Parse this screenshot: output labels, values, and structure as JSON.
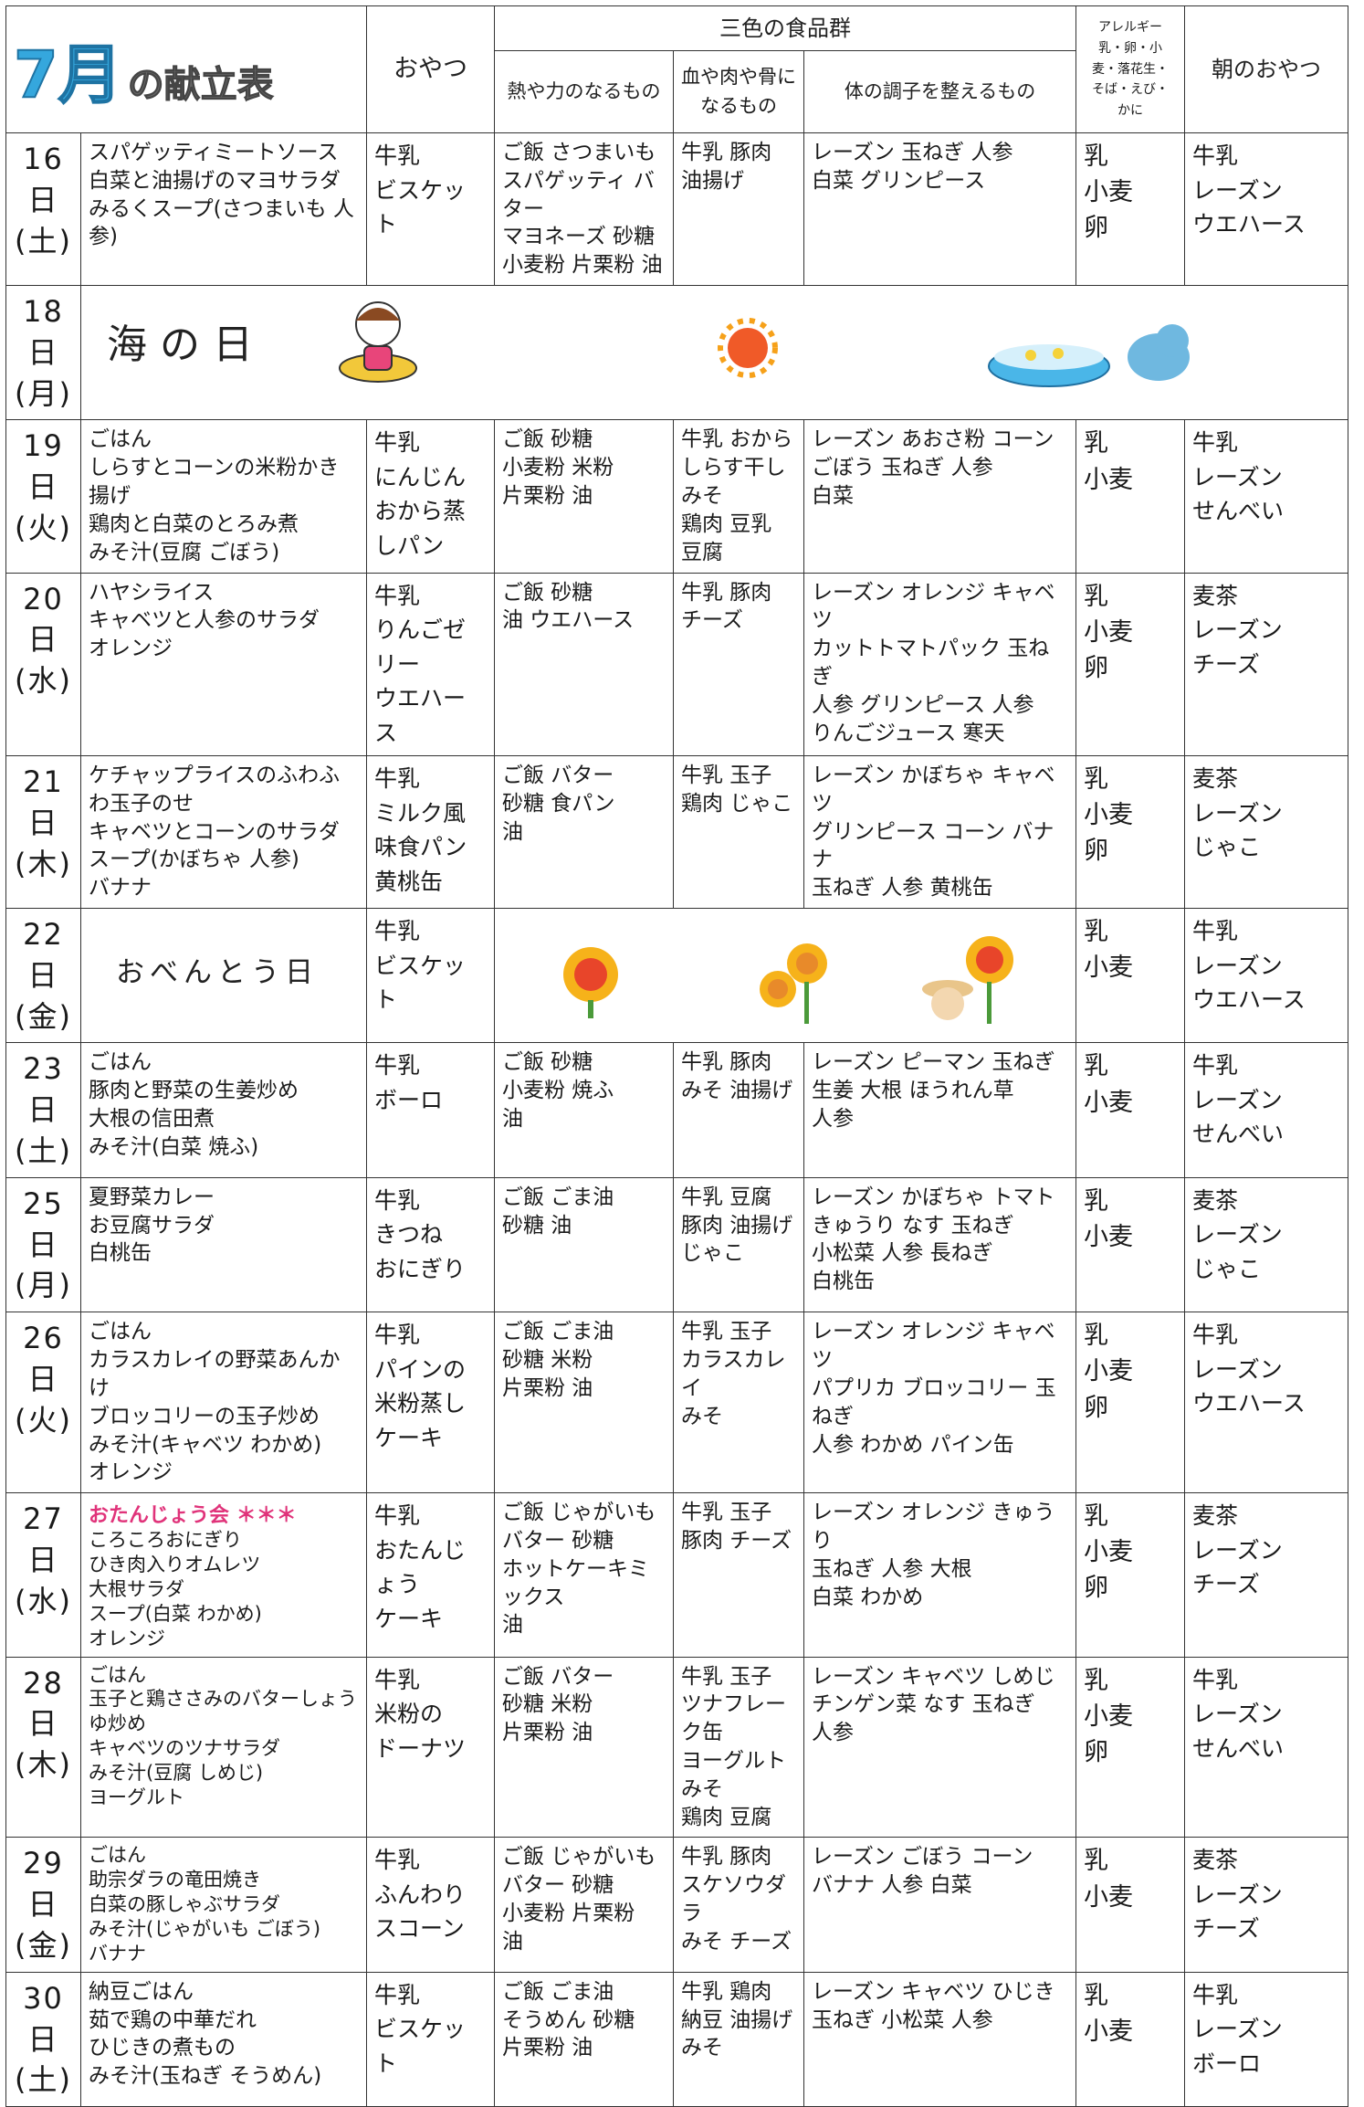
{
  "title": {
    "month": "7月",
    "rest": "の献立表"
  },
  "headers": {
    "snack": "おやつ",
    "food_groups": "三色の食品群",
    "energy": "熱や力のなるもの",
    "blood": "血や肉や骨に\nなるもの",
    "condition": "体の調子を整えるもの",
    "allergy": "アレルギー\n乳・卵・小\n麦・落花生・\nそば・えび・\nかに",
    "morning_snack": "朝のおやつ"
  },
  "rows": [
    {
      "date": "16日\n(土)",
      "menu": "スパゲッティミートソース\n白菜と油揚げのマヨサラダ\nみるくスープ(さつまいも 人参)",
      "snack": "牛乳\nビスケット",
      "energy": "ご飯 さつまいも\nスパゲッティ バター\nマヨネーズ 砂糖\n小麦粉 片栗粉 油",
      "blood": "牛乳 豚肉\n油揚げ",
      "condition": "レーズン 玉ねぎ 人参\n白菜 グリンピース",
      "allergy": "乳\n小麦\n卵",
      "morning": "牛乳\nレーズン\nウエハース"
    },
    {
      "date": "18日\n(月)",
      "holiday": "海の日"
    },
    {
      "date": "19日\n(火)",
      "menu": "ごはん\nしらすとコーンの米粉かき揚げ\n鶏肉と白菜のとろみ煮\nみそ汁(豆腐 ごぼう)",
      "snack": "牛乳\nにんじん\nおから蒸しパン",
      "energy": "ご飯 砂糖\n小麦粉 米粉\n片栗粉 油",
      "blood": "牛乳 おから\nしらす干し みそ\n鶏肉 豆乳\n豆腐",
      "condition": "レーズン あおさ粉 コーン\nごぼう 玉ねぎ 人参\n白菜",
      "allergy": "乳\n小麦",
      "morning": "牛乳\nレーズン\nせんべい"
    },
    {
      "date": "20日\n(水)",
      "menu": "ハヤシライス\nキャベツと人参のサラダ\nオレンジ",
      "snack": "牛乳\nりんごゼリー\nウエハース",
      "energy": "ご飯 砂糖\n油 ウエハース",
      "blood": "牛乳 豚肉\nチーズ",
      "condition": "レーズン オレンジ キャベツ\nカットトマトパック 玉ねぎ\n人参 グリンピース 人参\nりんごジュース 寒天",
      "allergy": "乳\n小麦\n卵",
      "morning": "麦茶\nレーズン\nチーズ"
    },
    {
      "date": "21日\n(木)",
      "menu": "ケチャップライスのふわふわ玉子のせ\nキャベツとコーンのサラダ\nスープ(かぼちゃ 人参)\nバナナ",
      "snack": "牛乳\nミルク風味食パン\n黄桃缶",
      "energy": "ご飯 バター\n砂糖 食パン\n油",
      "blood": "牛乳 玉子\n鶏肉 じゃこ",
      "condition": "レーズン かぼちゃ キャベツ\nグリンピース コーン バナナ\n玉ねぎ 人参 黄桃缶",
      "allergy": "乳\n小麦\n卵",
      "morning": "麦茶\nレーズン\nじゃこ"
    },
    {
      "date": "22日\n(金)",
      "bento": "おべんとう日",
      "snack": "牛乳\nビスケット",
      "allergy": "乳\n小麦",
      "morning": "牛乳\nレーズン\nウエハース"
    },
    {
      "date": "23日\n(土)",
      "menu": "ごはん\n豚肉と野菜の生姜炒め\n大根の信田煮\nみそ汁(白菜 焼ふ)",
      "snack": "牛乳\nボーロ",
      "energy": "ご飯 砂糖\n小麦粉 焼ふ\n油",
      "blood": "牛乳 豚肉\nみそ 油揚げ",
      "condition": "レーズン ピーマン 玉ねぎ\n生姜 大根 ほうれん草\n人参",
      "allergy": "乳\n小麦",
      "morning": "牛乳\nレーズン\nせんべい"
    },
    {
      "date": "25日\n(月)",
      "menu": "夏野菜カレー\nお豆腐サラダ\n白桃缶",
      "snack": "牛乳\nきつね\nおにぎり",
      "energy": "ご飯 ごま油\n砂糖 油",
      "blood": "牛乳 豆腐\n豚肉 油揚げ\nじゃこ",
      "condition": "レーズン かぼちゃ トマト\nきゅうり なす 玉ねぎ\n小松菜 人参 長ねぎ\n白桃缶",
      "allergy": "乳\n小麦",
      "morning": "麦茶\nレーズン\nじゃこ"
    },
    {
      "date": "26日\n(火)",
      "menu": "ごはん\nカラスカレイの野菜あんかけ\nブロッコリーの玉子炒め\nみそ汁(キャベツ わかめ)\nオレンジ",
      "snack": "牛乳\nパインの\n米粉蒸しケーキ",
      "energy": "ご飯 ごま油\n砂糖 米粉\n片栗粉 油",
      "blood": "牛乳 玉子\nカラスカレイ\nみそ",
      "condition": "レーズン オレンジ キャベツ\nパプリカ ブロッコリー 玉ねぎ\n人参 わかめ パイン缶",
      "allergy": "乳\n小麦\n卵",
      "morning": "牛乳\nレーズン\nウエハース"
    },
    {
      "date": "27日\n(水)",
      "event": "おたんじょう会 ＊＊＊",
      "menu": "ころころおにぎり\nひき肉入りオムレツ\n大根サラダ\nスープ(白菜 わかめ)\nオレンジ",
      "snack": "牛乳\nおたんじょう\nケーキ",
      "energy": "ご飯 じゃがいも\nバター 砂糖\nホットケーキミックス\n油",
      "blood": "牛乳 玉子\n豚肉 チーズ",
      "condition": "レーズン オレンジ きゅうり\n玉ねぎ 人参 大根\n白菜 わかめ",
      "allergy": "乳\n小麦\n卵",
      "morning": "麦茶\nレーズン\nチーズ"
    },
    {
      "date": "28日\n(木)",
      "menu": "ごはん\n玉子と鶏ささみのバターしょうゆ炒め\nキャベツのツナサラダ\nみそ汁(豆腐 しめじ)\nヨーグルト",
      "snack": "牛乳\n米粉の\nドーナツ",
      "energy": "ご飯 バター\n砂糖 米粉\n片栗粉 油",
      "blood": "牛乳 玉子\nツナフレーク缶\nヨーグルト みそ\n鶏肉 豆腐",
      "condition": "レーズン キャベツ しめじ\nチンゲン菜 なす 玉ねぎ\n人参",
      "allergy": "乳\n小麦\n卵",
      "morning": "牛乳\nレーズン\nせんべい"
    },
    {
      "date": "29日\n(金)",
      "menu": "ごはん\n助宗ダラの竜田焼き\n白菜の豚しゃぶサラダ\nみそ汁(じゃがいも ごぼう)\nバナナ",
      "snack": "牛乳\nふんわり\nスコーン",
      "energy": "ご飯 じゃがいも\nバター 砂糖\n小麦粉 片栗粉\n油",
      "blood": "牛乳 豚肉\nスケソウダラ\nみそ チーズ",
      "condition": "レーズン ごぼう コーン\nバナナ 人参 白菜",
      "allergy": "乳\n小麦",
      "morning": "麦茶\nレーズン\nチーズ"
    },
    {
      "date": "30日\n(土)",
      "menu": "納豆ごはん\n茹で鶏の中華だれ\nひじきの煮もの\nみそ汁(玉ねぎ そうめん)",
      "snack": "牛乳\nビスケット",
      "energy": "ご飯 ごま油\nそうめん 砂糖\n片栗粉 油",
      "blood": "牛乳 鶏肉\n納豆 油揚げ\nみそ",
      "condition": "レーズン キャベツ ひじき\n玉ねぎ 小松菜 人参",
      "allergy": "乳\n小麦",
      "morning": "牛乳\nレーズン\nボーロ"
    }
  ]
}
